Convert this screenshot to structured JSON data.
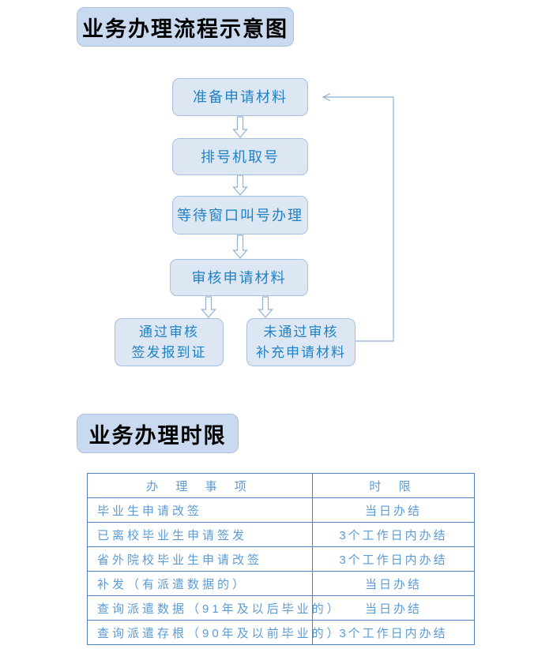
{
  "flow": {
    "title": "业务办理流程示意图",
    "nodes": [
      {
        "label": "准备申请材料"
      },
      {
        "label": "排号机取号"
      },
      {
        "label": "等待窗口叫号办理"
      },
      {
        "label": "审核申请材料"
      },
      {
        "lines": [
          "通过审核",
          "签发报到证"
        ]
      },
      {
        "lines": [
          "未通过审核",
          "补充申请材料"
        ]
      }
    ]
  },
  "time": {
    "title": "业务办理时限",
    "table": {
      "headers": [
        "办 理 事 项",
        "时  限"
      ],
      "rows": [
        [
          "毕业生申请改签",
          "当日办结"
        ],
        [
          "已离校毕业生申请签发",
          "3个工作日内办结"
        ],
        [
          "省外院校毕业生申请改签",
          "3个工作日内办结"
        ],
        [
          "补发（有派遣数据的）",
          "当日办结"
        ],
        [
          "查询派遣数据（91年及以后毕业的）",
          "当日办结"
        ],
        [
          "查询派遣存根（90年及以前毕业的）",
          "3个工作日内办结"
        ]
      ]
    }
  },
  "colors": {
    "title_box_fill": "#c9d9ef",
    "flow_box_fill": "#dde7f3",
    "flow_box_border": "#a5bfdc",
    "flow_text": "#2082c4",
    "arrow_stroke": "#8fb0d6",
    "table_border": "#4f81bd",
    "table_text": "#5b9bd5"
  }
}
